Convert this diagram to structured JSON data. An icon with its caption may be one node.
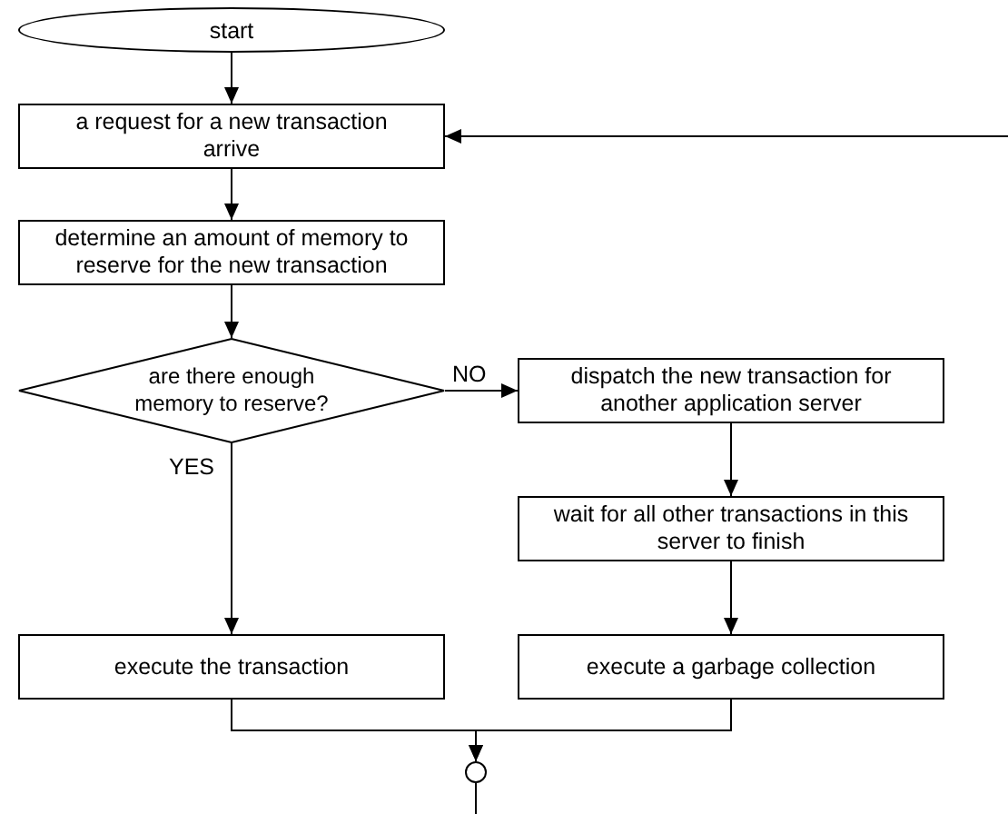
{
  "diagram": {
    "nodes": [
      {
        "text": [
          "start"
        ]
      },
      {
        "text": [
          "a request for a new transaction arrive"
        ]
      },
      {
        "text": [
          "determine an amount of memory to reserve for the new transaction"
        ]
      },
      {
        "text": [
          "are there enough memory to reserve?"
        ]
      },
      {
        "text": [
          "dispatch the new transaction for another application server"
        ]
      },
      {
        "text": [
          "wait for all other transactions in this server to finish"
        ]
      },
      {
        "text": [
          "execute the transaction"
        ]
      },
      {
        "text": [
          "execute a garbage collection"
        ]
      },
      {
        "text": [],
        "shape": "circle"
      }
    ],
    "edges": [
      {
        "from": 0,
        "to": 1,
        "arrow": "to"
      },
      {
        "from": 1,
        "to": 2,
        "arrow": "to"
      },
      {
        "from": 2,
        "to": 3,
        "arrow": "to"
      },
      {
        "from": 3,
        "to": 4,
        "arrow": "to",
        "label": "NO"
      },
      {
        "from": 3,
        "to": 6,
        "arrow": "to",
        "label": "YES"
      },
      {
        "from": 4,
        "to": 5,
        "arrow": "to"
      },
      {
        "from": 5,
        "to": 7,
        "arrow": "to"
      },
      {
        "from": 6,
        "to": 8,
        "arrow": "to"
      },
      {
        "from": 7,
        "to": 8,
        "arrow": "to"
      },
      {
        "from": 8,
        "to": null,
        "arrow": "none"
      },
      {
        "from": null,
        "to": 1,
        "arrow": "to"
      }
    ]
  }
}
